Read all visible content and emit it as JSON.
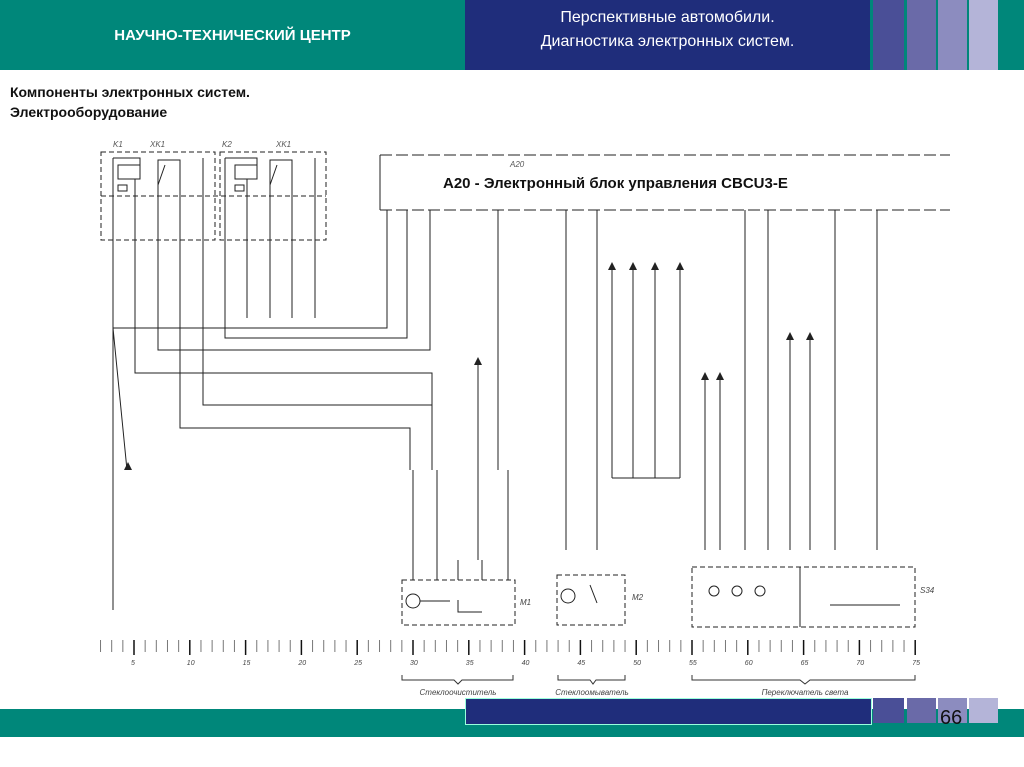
{
  "header": {
    "organization": "НАУЧНО-ТЕХНИЧЕСКИЙ ЦЕНТР",
    "course_line1": "Перспективные автомобили.",
    "course_line2": "Диагностика электронных систем.",
    "colors": {
      "teal": "#00877a",
      "navy": "#1f2d7b"
    }
  },
  "subtitle": {
    "line1": "Компоненты электронных систем.",
    "line2": "Электрооборудование"
  },
  "diagram": {
    "unit_title": "A20 - Электронный блок управления CBCU3-E",
    "unit_tag": "A20",
    "relays": [
      "K1",
      "XK1",
      "K2",
      "XK1"
    ],
    "components": [
      "M1",
      "M2",
      "S34"
    ],
    "scale_labels": [
      "5",
      "10",
      "15",
      "20",
      "25",
      "30",
      "35",
      "40",
      "45",
      "50",
      "55",
      "60",
      "65",
      "70",
      "75"
    ],
    "groups": [
      "Стеклоочиститель",
      "Стеклоомыватель",
      "Переключатель света"
    ]
  },
  "footer": {
    "page_number": "66"
  }
}
